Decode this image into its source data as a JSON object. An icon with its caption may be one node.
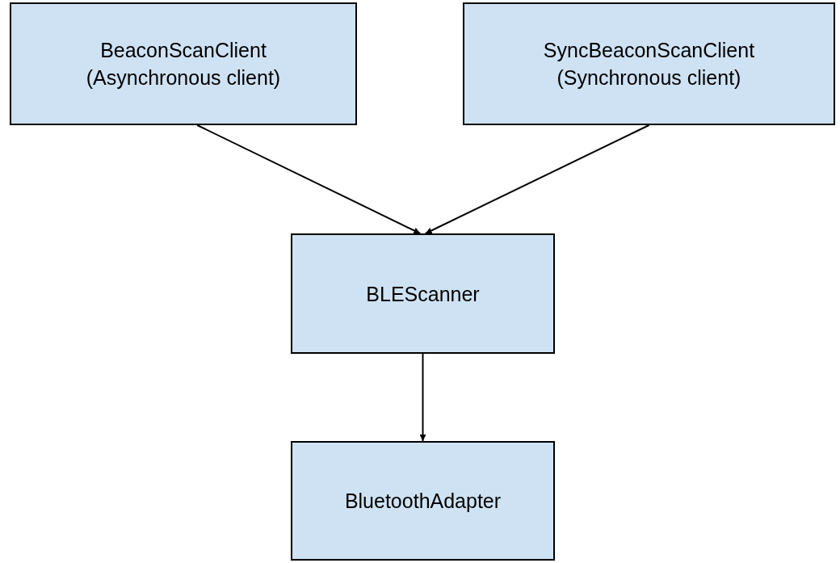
{
  "diagram": {
    "nodes": [
      {
        "text": [
          "BeaconScanClient (Asynchronous client)"
        ]
      },
      {
        "text": [
          "SyncBeaconScanClient (Synchronous client)"
        ]
      },
      {
        "text": [
          "BLEScanner"
        ]
      },
      {
        "text": [
          "BluetoothAdapter"
        ]
      }
    ],
    "edges": [
      {
        "from": 0,
        "to": 2,
        "arrow": "to"
      },
      {
        "from": 1,
        "to": 2,
        "arrow": "to"
      },
      {
        "from": 2,
        "to": 3,
        "arrow": "to"
      }
    ]
  }
}
